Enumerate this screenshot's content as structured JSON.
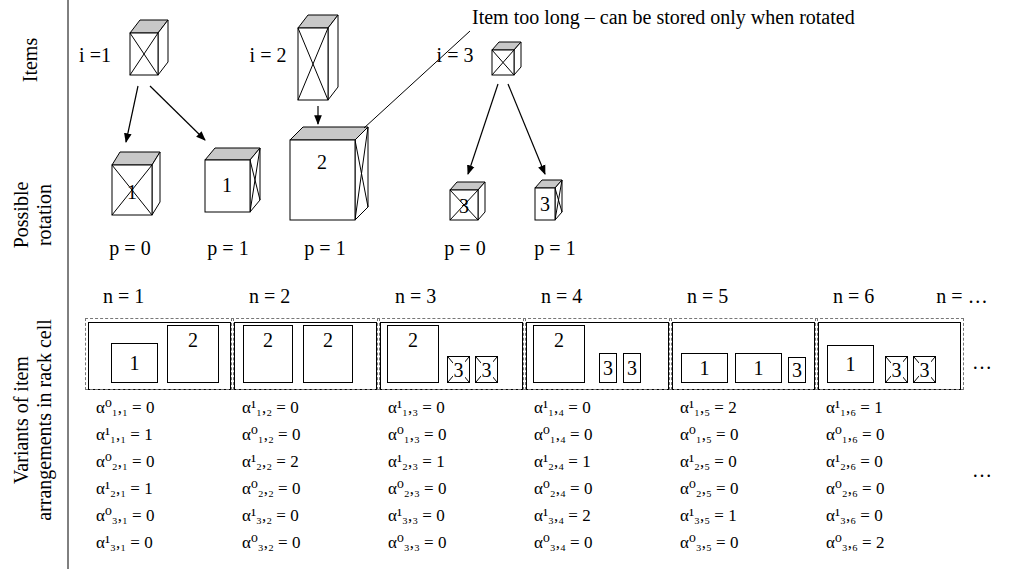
{
  "diagram": {
    "nodes": [
      {
        "text": [
          "n = 1"
        ]
      },
      {
        "text": [
          "1"
        ],
        "in": 0
      },
      {
        "text": [
          "2"
        ],
        "in": 0
      },
      {
        "text": [
          "n = 2"
        ]
      },
      {
        "text": [
          "2"
        ],
        "in": 3
      },
      {
        "text": [
          "2"
        ],
        "in": 3
      },
      {
        "text": [
          "n = 3"
        ]
      },
      {
        "text": [
          "2"
        ],
        "in": 6
      },
      {
        "text": [
          "3"
        ],
        "in": 6
      },
      {
        "text": [
          "3"
        ],
        "in": 6
      },
      {
        "text": [
          "n = 4"
        ]
      },
      {
        "text": [
          "2"
        ],
        "in": 10
      },
      {
        "text": [
          "3"
        ],
        "in": 10
      },
      {
        "text": [
          "3"
        ],
        "in": 10
      },
      {
        "text": [
          "n = 5"
        ]
      },
      {
        "text": [
          "1"
        ],
        "in": 14
      },
      {
        "text": [
          "1"
        ],
        "in": 14
      },
      {
        "text": [
          "3"
        ],
        "in": 14
      },
      {
        "text": [
          "n = 6"
        ]
      },
      {
        "text": [
          "1"
        ],
        "in": 18
      },
      {
        "text": [
          "3"
        ],
        "in": 18
      },
      {
        "text": [
          "3"
        ],
        "in": 18
      }
    ],
    "labels": [
      "Items",
      "Possible rotation",
      "Variants of item arrangements in rack cell",
      "i =1",
      "i = 2",
      "i = 3",
      "Item too long – can be stored only when rotated",
      "1",
      "1",
      "2",
      "3",
      "3",
      "p = 0",
      "p = 1",
      "p = 1",
      "p = 0",
      "p = 1",
      "n = …",
      "…",
      "…",
      "α⁰₁,₁ = 0",
      "α¹₁,₁ = 1",
      "α⁰₂,₁ = 0",
      "α¹₂,₁ = 1",
      "α⁰₃,₁ = 0",
      "α¹₃,₁ = 0",
      "α¹₁,₂ = 0",
      "α⁰₁,₂ = 0",
      "α¹₂,₂ = 2",
      "α⁰₂,₂ = 0",
      "α¹₃,₂ = 0",
      "α⁰₃,₂ = 0",
      "α¹₁,₃ = 0",
      "α⁰₁,₃ = 0",
      "α¹₂,₃ = 1",
      "α⁰₂,₃ = 0",
      "α¹₃,₃ = 0",
      "α⁰₃,₃ = 0",
      "α¹₁,₄ = 0",
      "α⁰₁,₄ = 0",
      "α¹₂,₄ = 1",
      "α⁰₂,₄ = 0",
      "α¹₃,₄ = 2",
      "α⁰₃,₄ = 0",
      "α¹₁,₅ = 2",
      "α⁰₁,₅ = 0",
      "α¹₂,₅ = 0",
      "α⁰₂,₅ = 0",
      "α¹₃,₅ = 1",
      "α⁰₃,₅ = 0",
      "α¹₁,₆ = 1",
      "α⁰₁,₆ = 0",
      "α¹₂,₆ = 0",
      "α⁰₂,₆ = 0",
      "α¹₃,₆ = 0",
      "α⁰₃,₆ = 2"
    ]
  }
}
